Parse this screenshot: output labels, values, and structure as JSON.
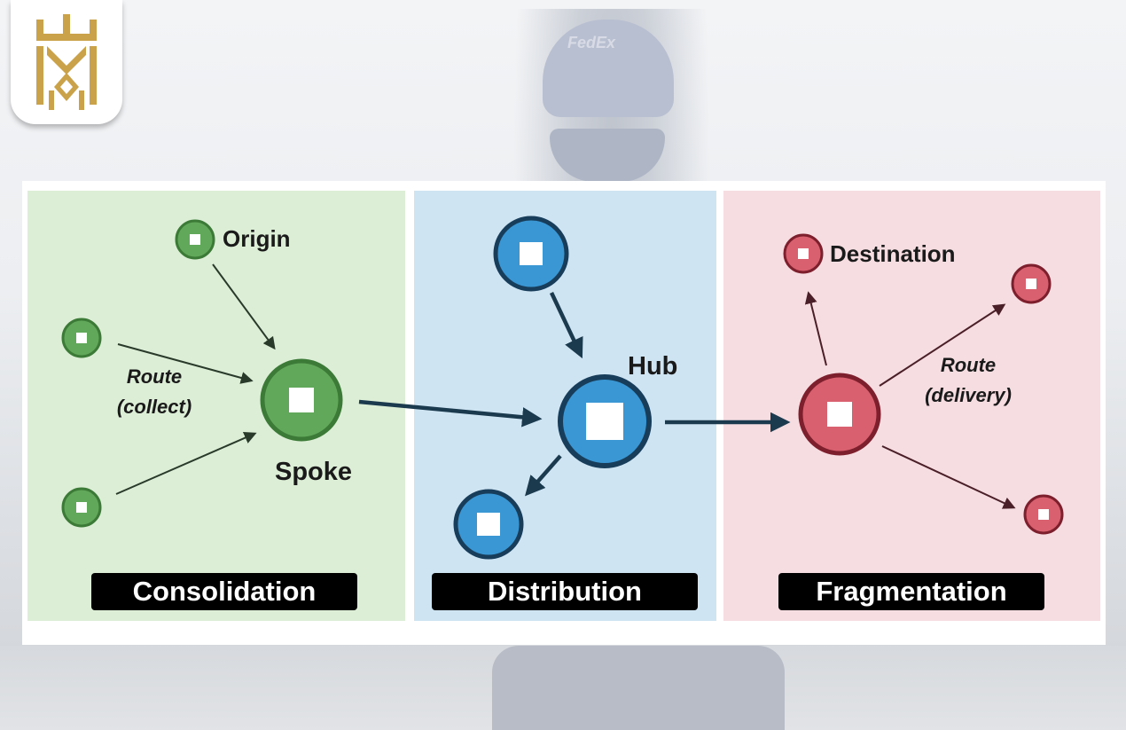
{
  "logo": {
    "icon": "crown-emblem-icon",
    "color": "#c9a24a"
  },
  "background": {
    "brand_text": "FedEx"
  },
  "colors": {
    "consolidation": "#dceed6",
    "distribution": "#cfe4f3",
    "fragmentation": "#f6dde1",
    "green_node": "#62a85a",
    "blue_node": "#3a97d4",
    "red_node": "#d9606e",
    "arrow": "#1b3a4e"
  },
  "diagram": {
    "origin_label": "Origin",
    "route_collect_line1": "Route",
    "route_collect_line2": "(collect)",
    "spoke_label": "Spoke",
    "hub_label": "Hub",
    "destination_label": "Destination",
    "route_delivery_line1": "Route",
    "route_delivery_line2": "(delivery)"
  },
  "stages": {
    "consolidation": "Consolidation",
    "distribution": "Distribution",
    "fragmentation": "Fragmentation"
  }
}
